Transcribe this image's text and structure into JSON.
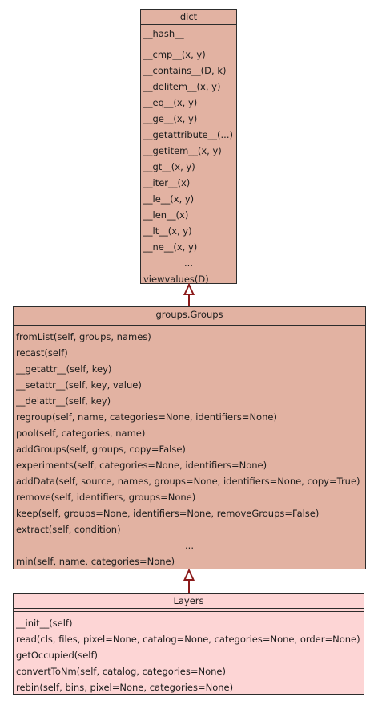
{
  "classes": {
    "dict": {
      "name": "dict",
      "attributes": [
        "__hash__"
      ],
      "methods": [
        "__cmp__(x, y)",
        "__contains__(D, k)",
        "__delitem__(x, y)",
        "__eq__(x, y)",
        "__ge__(x, y)",
        "__getattribute__(...)",
        "__getitem__(x, y)",
        "__gt__(x, y)",
        "__iter__(x)",
        "__le__(x, y)",
        "__len__(x)",
        "__lt__(x, y)",
        "__ne__(x, y)",
        "...",
        "viewvalues(D)"
      ]
    },
    "groups": {
      "name": "groups.Groups",
      "methods": [
        "fromList(self, groups, names)",
        "recast(self)",
        "__getattr__(self, key)",
        "__setattr__(self, key, value)",
        "__delattr__(self, key)",
        "regroup(self, name, categories=None, identifiers=None)",
        "pool(self, categories, name)",
        "addGroups(self, groups, copy=False)",
        "experiments(self, categories=None, identifiers=None)",
        "addData(self, source, names, groups=None, identifiers=None, copy=True)",
        "remove(self, identifiers, groups=None)",
        "keep(self, groups=None, identifiers=None, removeGroups=False)",
        "extract(self, condition)",
        "...",
        "min(self, name, categories=None)"
      ]
    },
    "layers": {
      "name": "Layers",
      "methods": [
        "__init__(self)",
        "read(cls, files, pixel=None, catalog=None, categories=None, order=None)",
        "getOccupied(self)",
        "convertToNm(self, catalog, categories=None)",
        "rebin(self, bins, pixel=None, categories=None)"
      ]
    }
  },
  "colors": {
    "base_class_fill": "#e2b2a2",
    "leaf_class_fill": "#fdd5d5",
    "border": "#2c2c2c",
    "inheritance_arrow": "#8b1a1a"
  }
}
